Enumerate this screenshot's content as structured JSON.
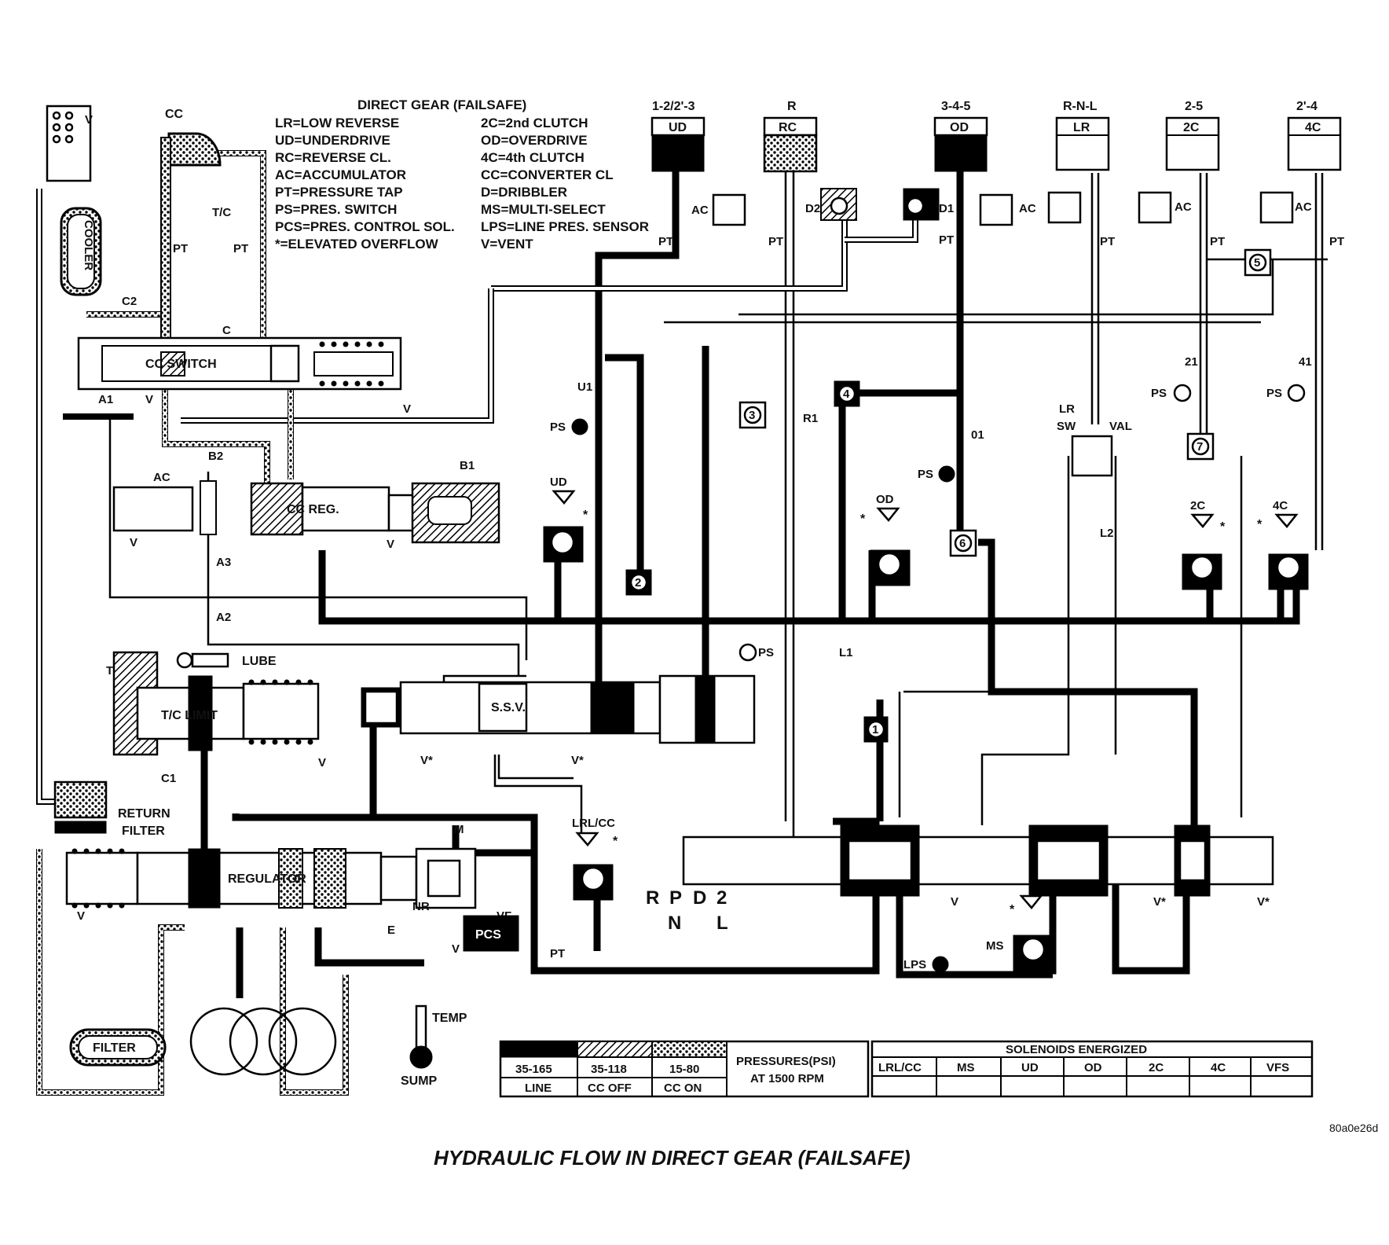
{
  "diagram": {
    "title": "HYDRAULIC FLOW IN DIRECT GEAR (FAILSAFE)",
    "ref_code": "80a0e26d",
    "legend_heading": "DIRECT GEAR (FAILSAFE)",
    "legend_left": [
      "LR=LOW REVERSE",
      "UD=UNDERDRIVE",
      "RC=REVERSE CL.",
      "AC=ACCUMULATOR",
      "PT=PRESSURE TAP",
      "PS=PRES. SWITCH",
      "PCS=PRES. CONTROL SOL.",
      "*=ELEVATED OVERFLOW"
    ],
    "legend_right": [
      "2C=2nd CLUTCH",
      "OD=OVERDRIVE",
      "4C=4th CLUTCH",
      "CC=CONVERTER CL",
      "D=DRIBBLER",
      "MS=MULTI-SELECT",
      "LPS=LINE PRES. SENSOR",
      "V=VENT"
    ],
    "clutches": [
      {
        "top": "1-2/2'-3",
        "name": "UD"
      },
      {
        "top": "R",
        "name": "RC"
      },
      {
        "top": "3-4-5",
        "name": "OD"
      },
      {
        "top": "R-N-L",
        "name": "LR"
      },
      {
        "top": "2-5",
        "name": "2C"
      },
      {
        "top": "2'-4",
        "name": "4C"
      }
    ],
    "valves": {
      "cc_switch": "CC SWITCH",
      "cc_reg": "CC REG.",
      "tc_limit": "T/C LIMIT",
      "ssv": "S.S.V.",
      "regulator": "REGULATOR",
      "pcs": "PCS",
      "cooler": "COOLER",
      "filter": "FILTER",
      "return_filter": [
        "RETURN",
        "FILTER"
      ],
      "lube": "LUBE",
      "temp": "TEMP",
      "sump": "SUMP",
      "cc": "CC",
      "tc": "T/C",
      "lr_sw": [
        "LR",
        "SW"
      ],
      "val": "VAL"
    },
    "labels": {
      "v": "V",
      "v_star": "V*",
      "pt": "PT",
      "ac": "AC",
      "ps": "PS",
      "c1": "C1",
      "c2": "C2",
      "c": "C",
      "a1": "A1",
      "a2": "A2",
      "a3": "A3",
      "b1": "B1",
      "b2": "B2",
      "u1": "U1",
      "r1": "R1",
      "o1": "01",
      "d1": "D1",
      "d2": "D2",
      "l1": "L1",
      "l2": "L2",
      "e": "E",
      "m": "M",
      "nr": "NR",
      "vf": "VF",
      "n21": "21",
      "n41": "41",
      "ms": "MS",
      "lps": "LPS",
      "t": "T",
      "lrl_cc": "LRL/CC",
      "star": "*",
      "ud": "UD",
      "od": "OD",
      "c2c": "2C",
      "c4c": "4C"
    },
    "checkballs": [
      "1",
      "2",
      "3",
      "4",
      "5",
      "6",
      "7"
    ],
    "manual_positions": {
      "top": [
        "R",
        "P",
        "D",
        "2"
      ],
      "bottom": [
        "N",
        "L"
      ]
    }
  },
  "pressure_key": {
    "ranges": [
      "35-165",
      "35-118",
      "15-80"
    ],
    "names": [
      "LINE",
      "CC OFF",
      "CC ON"
    ],
    "caption": [
      "PRESSURES(PSI)",
      "AT 1500 RPM"
    ]
  },
  "solenoids": {
    "heading": "SOLENOIDS ENERGIZED",
    "columns": [
      "LRL/CC",
      "MS",
      "UD",
      "OD",
      "2C",
      "4C",
      "VFS"
    ]
  }
}
